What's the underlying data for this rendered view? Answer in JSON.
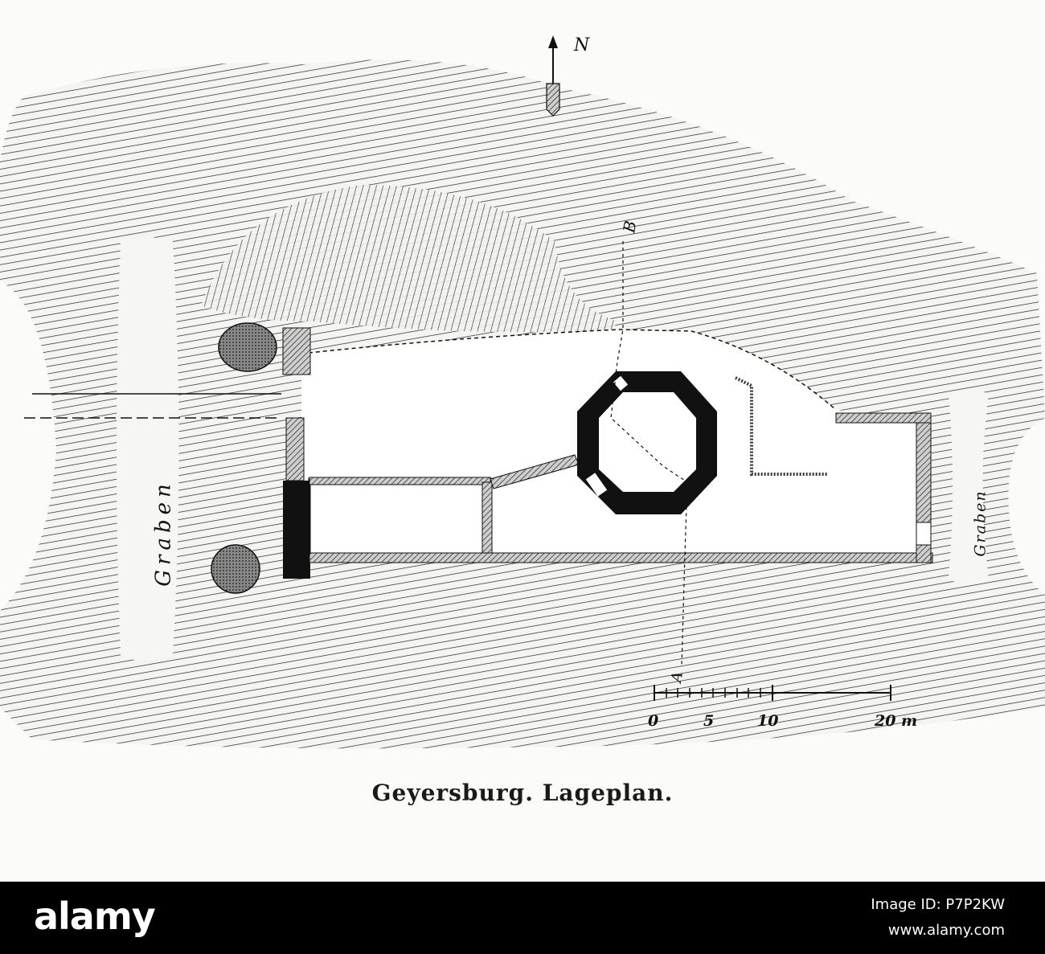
{
  "map": {
    "caption": "Geyersburg. Lageplan.",
    "north_label": "N",
    "moat_label_left": "Graben",
    "moat_label_right": "Graben",
    "section_a": "A",
    "section_b": "B",
    "scale": {
      "ticks": [
        "0",
        "5",
        "10",
        "20 m"
      ]
    }
  },
  "colors": {
    "ink": "#111111",
    "paper": "#fbfbfa",
    "watermark_bg": "#000000"
  },
  "watermark": {
    "logo": "alamy",
    "image_id": "Image ID: P7P2KW",
    "url": "www.alamy.com"
  }
}
